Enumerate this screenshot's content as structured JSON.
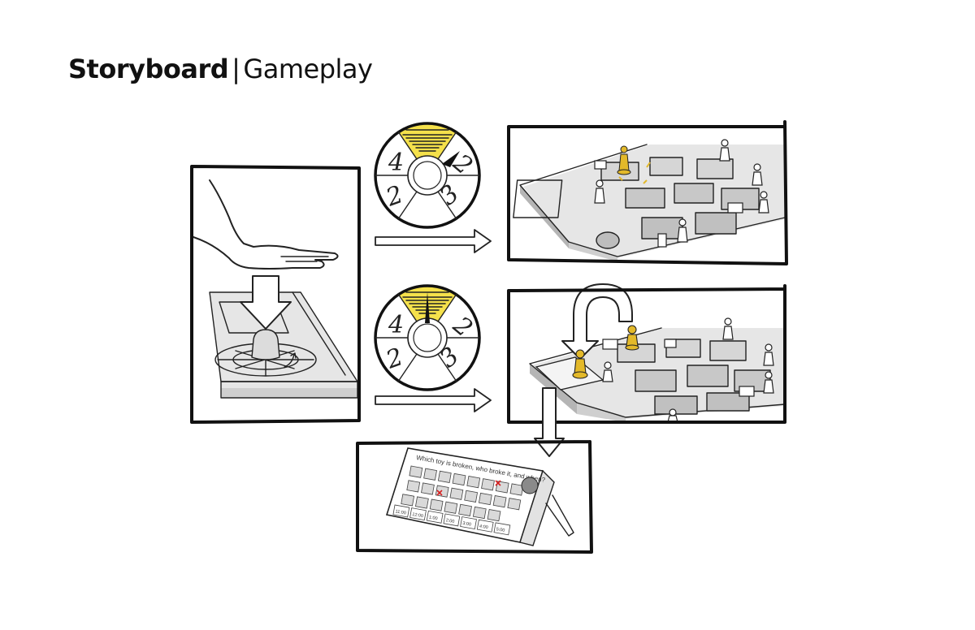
{
  "title": {
    "bold": "Storyboard",
    "separator": "|",
    "light": "Gameplay"
  },
  "wheels": [
    {
      "numbers": [
        "4",
        "2",
        "2",
        "3"
      ],
      "highlight": "#f3dc2c"
    },
    {
      "numbers": [
        "4",
        "2",
        "2",
        "3"
      ],
      "highlight": "#f3dc2c"
    }
  ],
  "card": {
    "question": "Which toy is broken, who broke it, and when?",
    "times": [
      "11:00",
      "12:00",
      "1:00",
      "2:00",
      "3:00",
      "4:00",
      "5:00"
    ]
  },
  "colors": {
    "accent": "#f3dc2c",
    "pawn_highlight": "#e3b92a",
    "line": "#111111"
  }
}
